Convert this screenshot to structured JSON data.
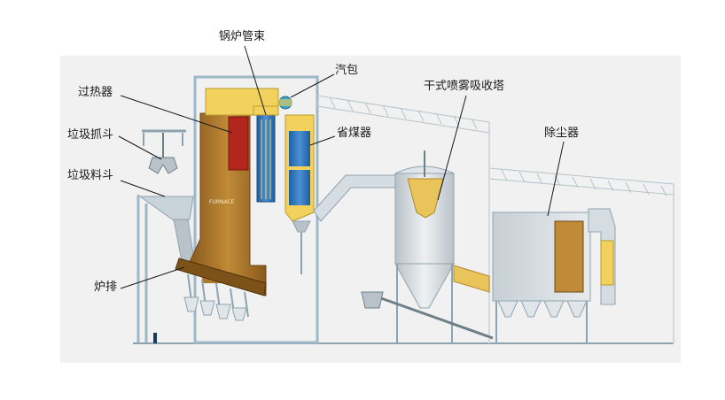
{
  "diagram": {
    "labels": {
      "guolu_guanshu": "锅炉管束",
      "qibao": "汽包",
      "guorequi": "过热器",
      "ganshi_xishouta": "干式喷雾吸收塔",
      "laji_zhuadou": "垃圾抓斗",
      "shengmeiqi": "省煤器",
      "chuchenqi": "除尘器",
      "laji_liaodou": "垃圾料斗",
      "lupai": "炉排",
      "furnace_plate": "FURNACE"
    },
    "colors": {
      "background_panel": "#f1f1f1",
      "structure": "#9fb8c7",
      "furnace_brown": "#b07a2a",
      "superheater_red": "#b3261e",
      "tube_blue": "#2f6fb5",
      "tube_yellow": "#f2d25c",
      "duct_grey": "#c9d3da",
      "leader_line": "#1a1a1a"
    }
  }
}
